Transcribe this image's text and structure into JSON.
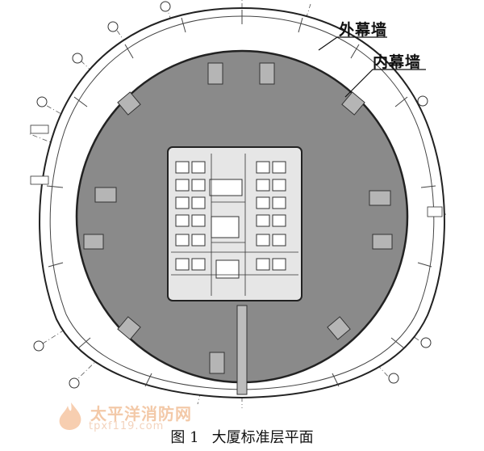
{
  "labels": {
    "outer_curtain_wall": "外幕墙",
    "inner_curtain_wall": "内幕墙"
  },
  "watermark": {
    "text": "太平洋消防网",
    "url": "tpxf119.com"
  },
  "caption": {
    "figure": "图 1",
    "title": "大厦标准层平面"
  },
  "colors": {
    "floor_fill": "#8a8a8a",
    "core_fill": "#e6e6e6",
    "line": "#222222",
    "watermark": "#f3b98f"
  }
}
